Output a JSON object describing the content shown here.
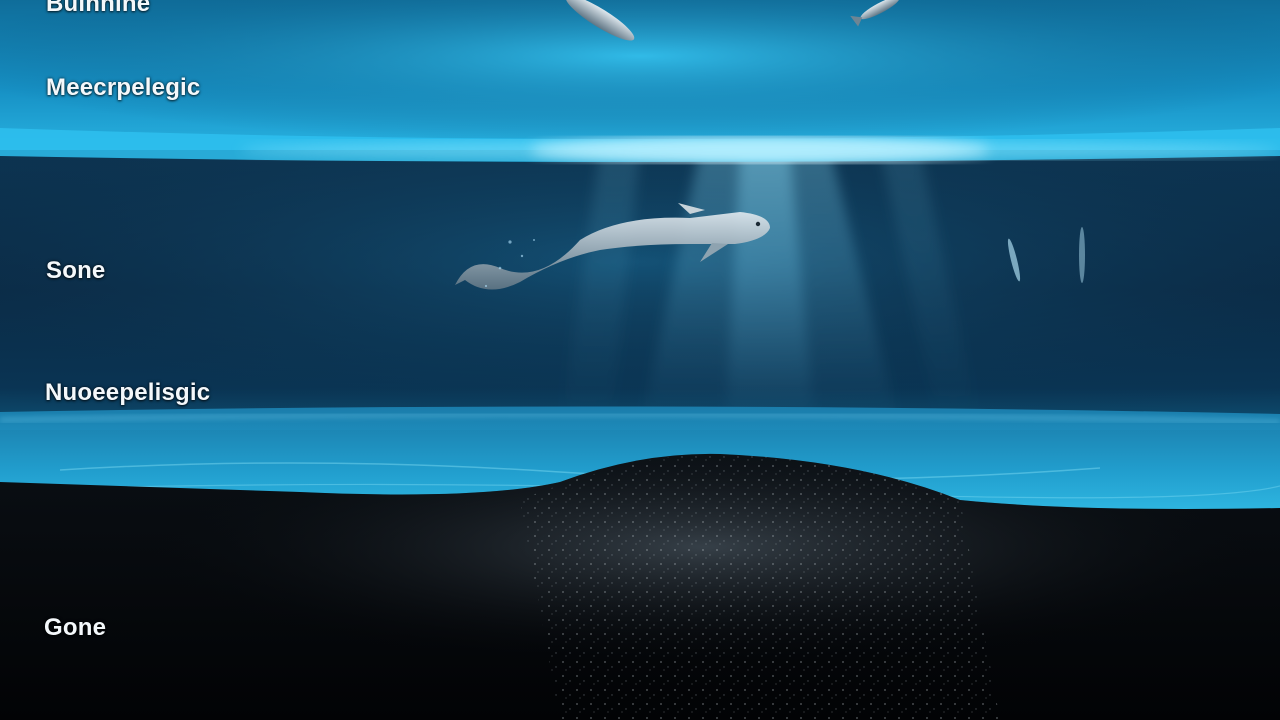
{
  "labels": {
    "top_partial": "Buinnine",
    "mesopelagic": "Meecrpelegic",
    "sone": "Sone",
    "abyssopelagic": "Nuoeepelisgic",
    "gone": "Gone"
  },
  "colors": {
    "surface_blue": "#1aa6d6",
    "deep_blue": "#0b2a46",
    "abyss_black": "#05080c",
    "glow_cyan": "#7fe6ff",
    "label_white": "#f4f8fb"
  }
}
